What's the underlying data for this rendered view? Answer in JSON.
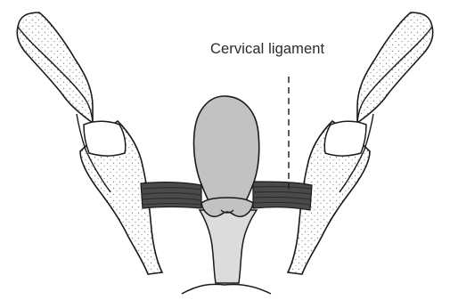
{
  "labels": {
    "cervical_ligament": "Cervical ligament"
  },
  "colors": {
    "outline": "#1a1a1a",
    "bone_fill": "#ffffff",
    "bone_stipple": "#8a8a8a",
    "uterus_fill": "#c2c2c2",
    "ligament_fill": "#4a4a4a",
    "ligament_stripe": "#2a2a2a",
    "vagina_fill": "#dcdcdc"
  },
  "icons": {
    "left_hip": "pelvic-bone-left",
    "right_hip": "pelvic-bone-right",
    "uterus": "uterus-body",
    "cervix": "cervix",
    "vagina": "vaginal-canal",
    "ligaments": "cervical-ligament-bands"
  }
}
